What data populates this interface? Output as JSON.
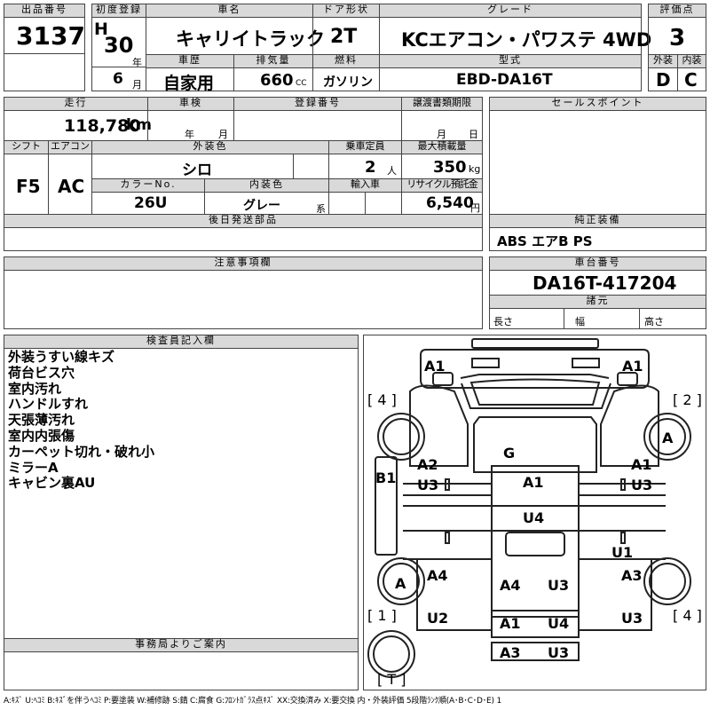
{
  "labels": {
    "lot_no": "出品番号",
    "first_reg": "初度登録",
    "car_name": "車名",
    "door": "ドア形状",
    "grade": "グレード",
    "score": "評価点",
    "history": "車歴",
    "displacement": "排気量",
    "fuel": "燃料",
    "model": "型式",
    "exterior": "外装",
    "interior": "内装",
    "mileage": "走行",
    "inspection": "車検",
    "reg_no": "登録番号",
    "transfer": "譲渡書類期限",
    "sales_point": "セールスポイント",
    "shift": "シフト",
    "aircon": "エアコン",
    "ext_color": "外装色",
    "capacity": "乗車定員",
    "max_load": "最大積載量",
    "color_no": "カラーNo.",
    "int_color": "内装色",
    "import": "輸入車",
    "recycle": "リサイクル預託金",
    "later_parts": "後日発送部品",
    "equipment": "純正装備",
    "notes": "注意事項欄",
    "chassis": "車台番号",
    "specs": "諸元",
    "length": "長さ",
    "width": "幅",
    "height": "高さ",
    "inspector": "検査員記入欄",
    "office": "事務局よりご案内",
    "year_unit": "年",
    "month_unit": "月",
    "cc": "CC",
    "km": "km",
    "persons": "人",
    "kg": "kg",
    "yen": "円",
    "kei": "系"
  },
  "lot_no": "3137",
  "first_reg": {
    "era": "H",
    "year": "30",
    "month": "6"
  },
  "car_name": "キャリイトラック",
  "door": "2T",
  "grade": "KCエアコン・パワステ 4WD",
  "score": "3",
  "history": "自家用",
  "displacement": "660",
  "fuel": "ガソリン",
  "model": "EBD-DA16T",
  "exterior_grade": "D",
  "interior_grade": "C",
  "mileage": "118,780",
  "inspection": {
    "year": "",
    "month": ""
  },
  "transfer": {
    "month": "",
    "day": ""
  },
  "shift": "F5",
  "aircon": "AC",
  "ext_color": "シロ",
  "capacity": "2",
  "max_load": "350",
  "color_no": "26U",
  "int_color": "グレー",
  "recycle": "6,540",
  "equipment": "ABS エアB PS",
  "chassis_no": "DA16T-417204",
  "inspector_notes": [
    "外装うすい線キズ",
    "荷台ビス穴",
    "室内汚れ",
    "ハンドルすれ",
    "天張薄汚れ",
    "室内内張傷",
    "カーペット切れ・破れ小",
    "ミラーA",
    "キャビン裏AU"
  ],
  "diagram": {
    "corner_4l": "[ 4 ]",
    "corner_2r": "[ 2 ]",
    "corner_1l": "[ 1 ]",
    "corner_4r": "[ 4 ]",
    "corner_t": "[ T ]",
    "marks": {
      "a1_tl": "A1",
      "a1_tr": "A1",
      "g": "G",
      "a2": "A2",
      "u3_l": "U3",
      "a1_r": "A1",
      "u3_r": "U3",
      "b1": "B1",
      "a1_c": "A1",
      "u4_c": "U4",
      "u1": "U1",
      "a_wheel_r": "A",
      "a_wheel_l": "A",
      "a4_l": "A4",
      "a4_c": "A4",
      "u3_c": "U3",
      "a3_r": "A3",
      "u2": "U2",
      "u3_rr": "U3",
      "a1_b": "A1",
      "u4_b": "U4",
      "a3_b": "A3",
      "u3_b": "U3"
    }
  },
  "legend": "A:ｷｽﾞ U:ﾍｺﾐ B:ｷｽﾞを伴うﾍｺﾐ P:要塗装 W:補修跡 S:錆 C:腐食 G:ﾌﾛﾝﾄｶﾞﾗｽ点ｷｽﾞ XX:交換済み X:要交換 内・外装評価 5段階ﾗﾝｸ順(A･B･C･D･E) 1"
}
